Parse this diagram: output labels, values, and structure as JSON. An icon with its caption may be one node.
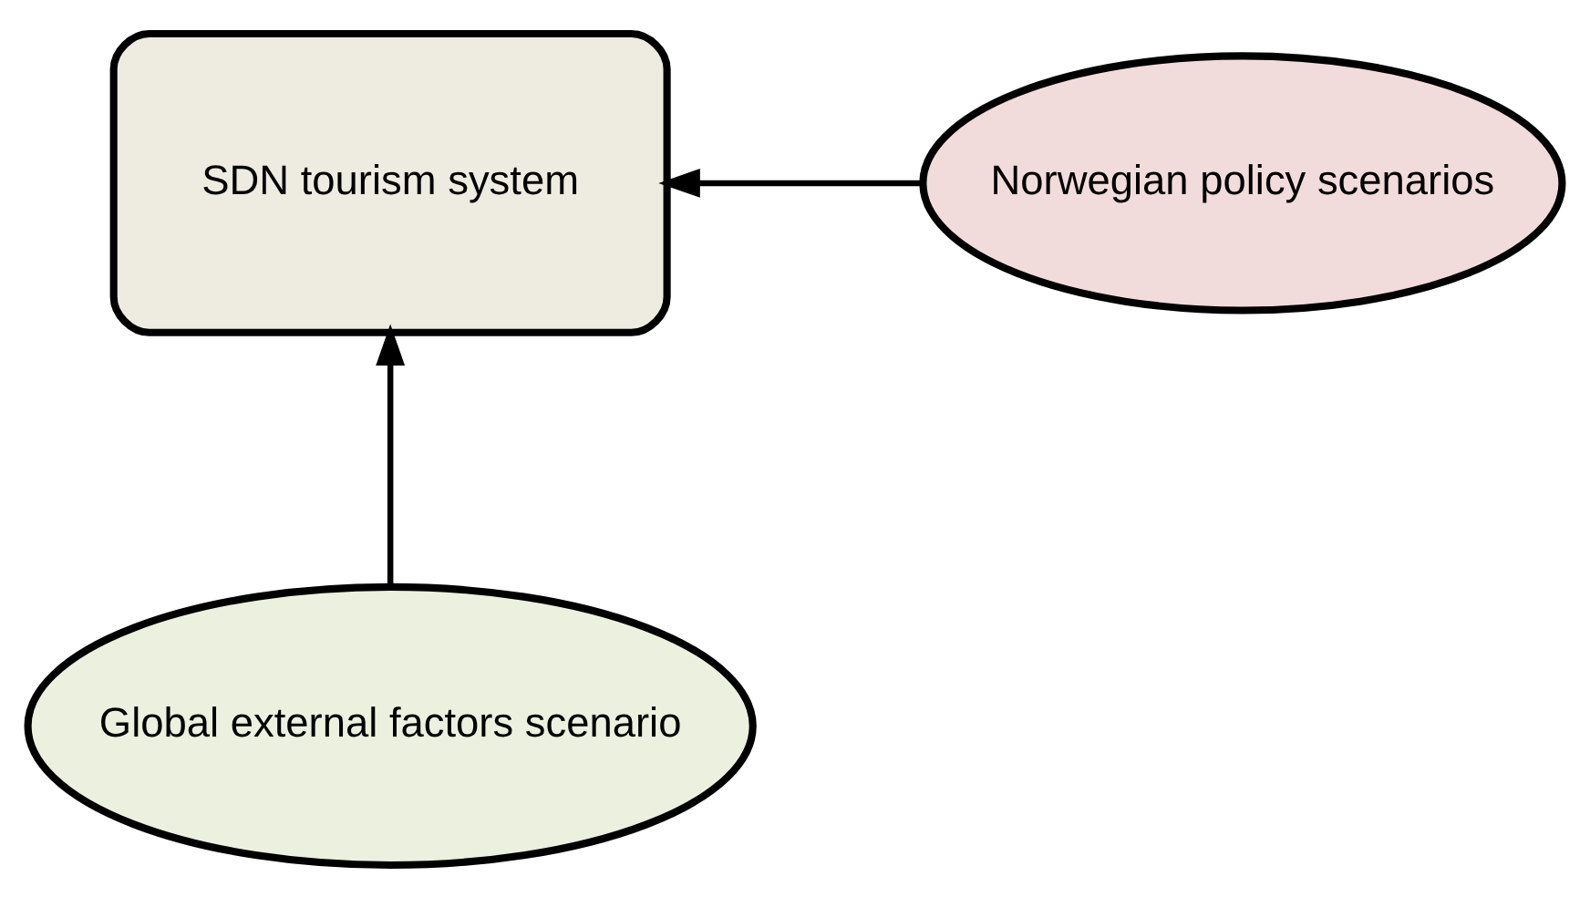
{
  "diagram": {
    "nodes": [
      {
        "text": [
          "SDN tourism system"
        ]
      },
      {
        "text": [
          "Norwegian policy scenarios"
        ]
      },
      {
        "text": [
          "Global external factors scenario"
        ]
      }
    ],
    "edges": [
      {
        "from": 1,
        "to": 0,
        "arrow": "to"
      },
      {
        "from": 2,
        "to": 0,
        "arrow": "to"
      }
    ]
  }
}
